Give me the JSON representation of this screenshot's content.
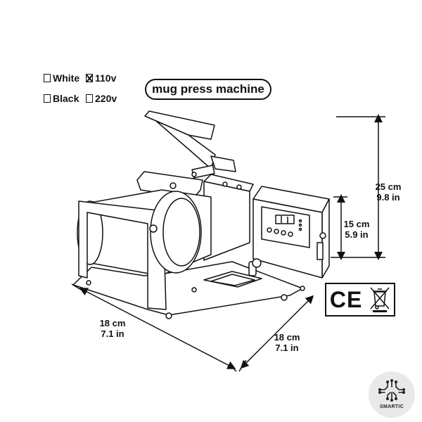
{
  "options": {
    "white": {
      "label": "White",
      "checked": false
    },
    "v110": {
      "label": "110v",
      "checked": true
    },
    "black": {
      "label": "Black",
      "checked": false
    },
    "v220": {
      "label": "220v",
      "checked": false
    }
  },
  "title": "mug press machine",
  "dimensions": {
    "height_total": {
      "cm": "25 cm",
      "in": "9.8 in"
    },
    "height_panel": {
      "cm": "15 cm",
      "in": "5.9 in"
    },
    "width_left": {
      "cm": "18 cm",
      "in": "7.1 in"
    },
    "width_right": {
      "cm": "18 cm",
      "in": "7.1 in"
    }
  },
  "certifications": {
    "ce_mark": "CE",
    "weee_icon": "crossed-out-wheelie-bin-icon"
  },
  "brand": {
    "name": "SMARTIC",
    "icon": "circuit-chip-icon"
  },
  "colors": {
    "line": "#111111",
    "background": "#ffffff",
    "logo_bg": "#e9e9e9"
  }
}
